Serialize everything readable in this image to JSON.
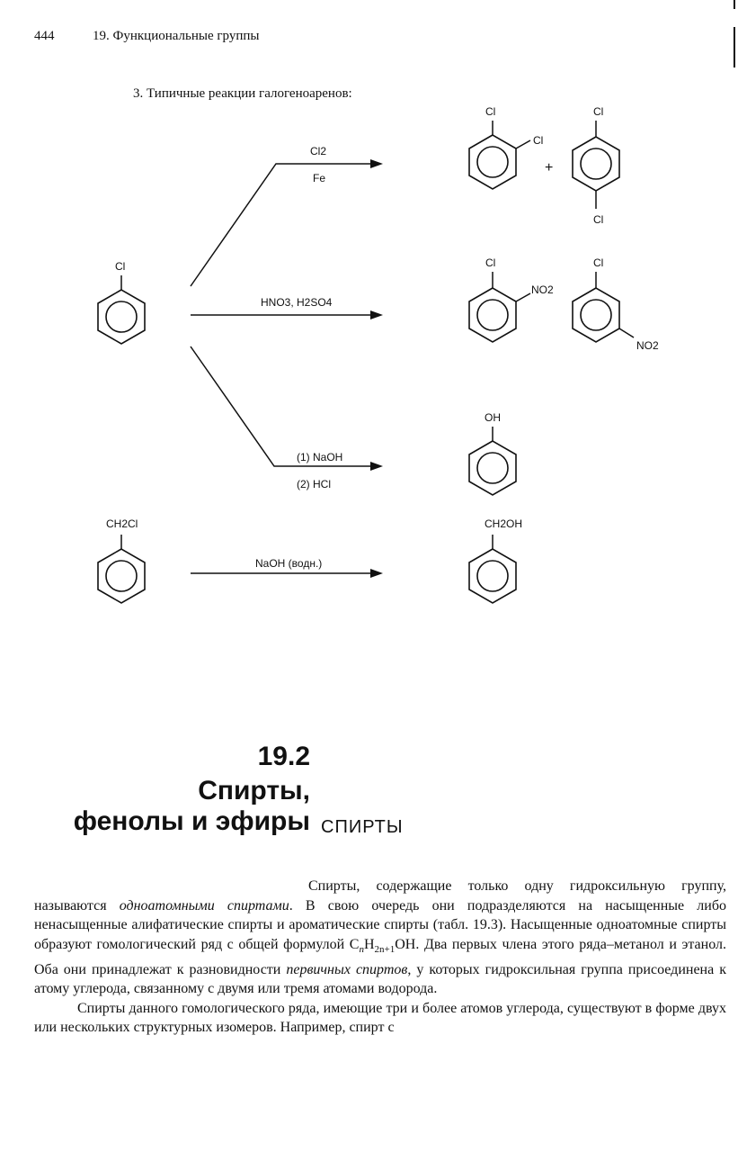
{
  "header": {
    "page_number": "444",
    "chapter": "19. Функциональные группы"
  },
  "subsection": "3. Типичные реакции галогеноаренов:",
  "scheme": {
    "reagents": {
      "chlorination_top": "Cl2",
      "chlorination_bottom": "Fe",
      "nitration": "HNO3, H2SO4",
      "hydrolysis_1": "(1) NaOH",
      "hydrolysis_2": "(2) HCl",
      "benzyl_hydrolysis": "NaOH (водн.)"
    },
    "labels": {
      "cl": "Cl",
      "no2": "NO2",
      "oh": "OH",
      "ch2cl": "CH2Cl",
      "ch2oh": "CH2OH",
      "plus": "+"
    }
  },
  "section": {
    "number": "19.2",
    "title_line1": "Спирты,",
    "title_line2": "фенолы и эфиры",
    "subheading": "СПИРТЫ"
  },
  "body": {
    "p1_a": "Спирты, содержащие только одну гидроксильную группу, называются ",
    "p1_i1": "одноатомными спиртами",
    "p1_b": ". В свою очередь они подразделяются на насыщенные либо ненасыщенные алифатические спирты и ароматические спирты (табл. 19.3). Насыщенные одноатомные спирты образуют гомологический ряд с общей формулой C",
    "p1_sub1": "n",
    "p1_c": "H",
    "p1_sub2": "2n+1",
    "p1_d": "OH. Два первых члена этого ряда–метанол и этанол. Оба они принадлежат к разновидности ",
    "p1_i2": "первичных спиртов",
    "p1_e": ", у которых гидроксильная группа присоединена к атому углерода, связанному с двумя или тремя атомами водорода.",
    "p2": "Спирты данного гомологического ряда, имеющие три и более атомов углерода, существуют в форме двух или нескольких структурных изомеров. Например, спирт с"
  }
}
